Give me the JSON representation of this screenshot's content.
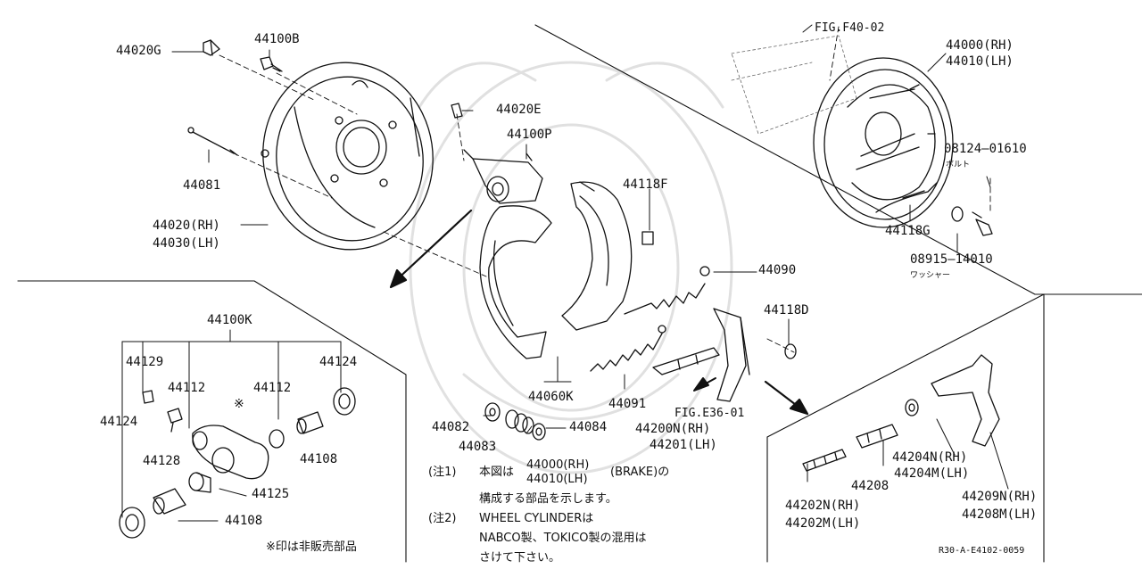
{
  "labels": {
    "p44020G": "44020G",
    "p44100B": "44100B",
    "p44020E": "44020E",
    "p44100P": "44100P",
    "p44081": "44081",
    "p44020RH": "44020(RH)",
    "p44030LH": "44030(LH)",
    "p44118F": "44118F",
    "p44090": "44090",
    "p44118D": "44118D",
    "p44060K": "44060K",
    "p44091": "44091",
    "p44082": "44082",
    "p44083": "44083",
    "p44084": "44084",
    "p44200N": "44200N(RH)",
    "p44201": "44201(LH)",
    "figE36": "FIG.E36-01",
    "figF40": "FIG.F40-02",
    "p44000": "44000(RH)",
    "p44010": "44010(LH)",
    "p08124": "08124—01610",
    "bolt": "ボルト",
    "p44118G": "44118G",
    "p08915": "08915—14010",
    "washer": "ワッシャー",
    "p44100K": "44100K",
    "p44129": "44129",
    "p44124a": "44124",
    "p44124b": "44124",
    "p44112a": "44112",
    "p44112b": "44112",
    "p44128": "44128",
    "p44125": "44125",
    "p44108a": "44108",
    "p44108b": "44108",
    "asterisk": "※",
    "p44204N": "44204N(RH)",
    "p44204M": "44204M(LH)",
    "p44208": "44208",
    "p44202N": "44202N(RH)",
    "p44202M": "44202M(LH)",
    "p44209N": "44209N(RH)",
    "p44208M": "44208M(LH)",
    "ref": "R30-A-E4102-0059"
  },
  "notes": {
    "n1_tag": "(注1)",
    "n1_a": "本図は",
    "n1_b1": "44000(RH)",
    "n1_b2": "44010(LH)",
    "n1_c": "(BRAKE)の",
    "n1_line2": "構成する部品を示します。",
    "n2_tag": "(注2)",
    "n2_line1": "WHEEL CYLINDERは",
    "n2_line2": "NABCO製、TOKICO製の混用は",
    "n2_line3": "さけて下さい。",
    "nonsale": "※印は非販売部品"
  }
}
